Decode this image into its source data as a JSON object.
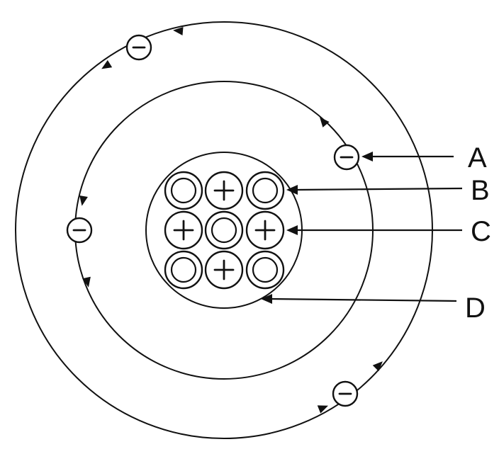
{
  "labels": {
    "A": "A",
    "B": "B",
    "C": "C",
    "D": "D"
  },
  "colors": {
    "ink": "#111111",
    "background": "#ffffff"
  },
  "nucleus": {
    "proton_count": 4,
    "neutron_count": 5
  },
  "electrons": {
    "inner_shell_count": 2,
    "outer_shell_count": 2
  }
}
